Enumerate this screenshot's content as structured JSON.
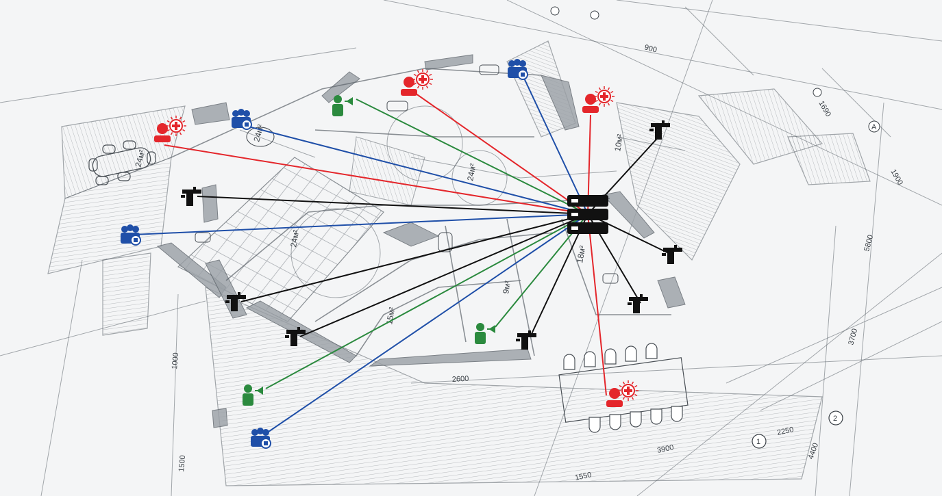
{
  "colors": {
    "medical_alarm": "#e4262b",
    "group_terminal": "#1f4fa8",
    "speaker": "#2b8a3e",
    "camera": "#111111",
    "drawing": "#5d646b"
  },
  "hub": {
    "icon": "server-rack-icon"
  },
  "links": [
    {
      "type": "medical_alarm",
      "icon": "person-medical-alarm-icon"
    },
    {
      "type": "medical_alarm",
      "icon": "person-medical-alarm-icon"
    },
    {
      "type": "medical_alarm",
      "icon": "person-medical-alarm-icon"
    },
    {
      "type": "medical_alarm",
      "icon": "person-medical-alarm-icon"
    },
    {
      "type": "group_terminal",
      "icon": "group-terminal-icon"
    },
    {
      "type": "group_terminal",
      "icon": "group-terminal-icon"
    },
    {
      "type": "group_terminal",
      "icon": "group-terminal-icon"
    },
    {
      "type": "group_terminal",
      "icon": "group-terminal-icon"
    },
    {
      "type": "speaker",
      "icon": "person-speaker-icon"
    },
    {
      "type": "speaker",
      "icon": "person-speaker-icon"
    },
    {
      "type": "speaker",
      "icon": "person-speaker-icon"
    },
    {
      "type": "camera",
      "icon": "security-camera-icon"
    },
    {
      "type": "camera",
      "icon": "security-camera-icon"
    },
    {
      "type": "camera",
      "icon": "security-camera-icon"
    },
    {
      "type": "camera",
      "icon": "security-camera-icon"
    },
    {
      "type": "camera",
      "icon": "security-camera-icon"
    },
    {
      "type": "camera",
      "icon": "security-camera-icon"
    },
    {
      "type": "camera",
      "icon": "security-camera-icon"
    }
  ],
  "plan_labels": {
    "dims": [
      "1550",
      "3900",
      "2250",
      "4400",
      "3700",
      "5800",
      "1900",
      "1690",
      "1000",
      "900",
      "1500",
      "2600"
    ],
    "rooms": [
      "24м²",
      "24м²",
      "24м²",
      "15м²",
      "9м²",
      "18м²",
      "10м²",
      "24м²"
    ],
    "axes": [
      "1",
      "2",
      "A"
    ]
  }
}
